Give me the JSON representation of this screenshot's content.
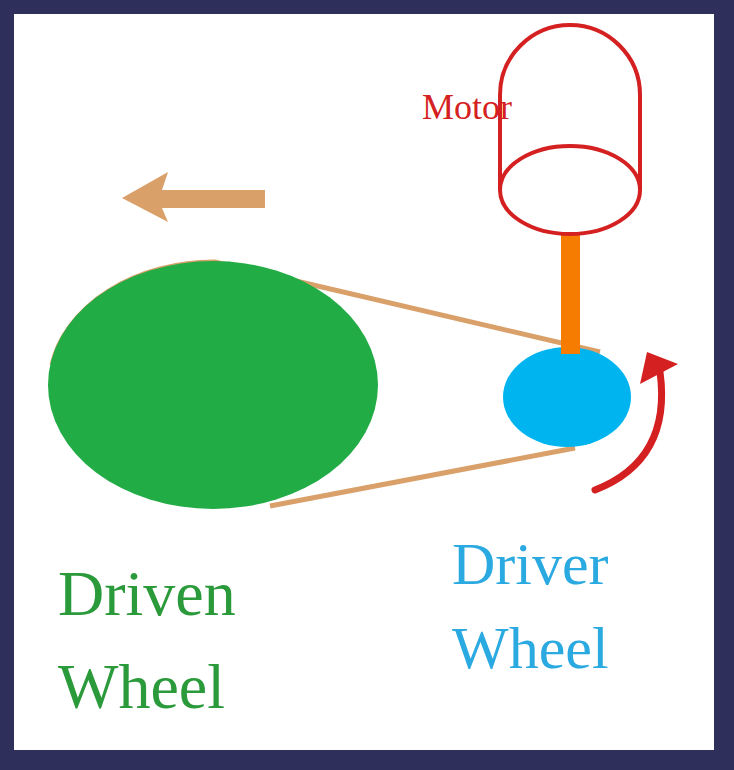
{
  "diagram": {
    "labels": [
      "Motor",
      "Driven Wheel",
      "Driver Wheel"
    ]
  }
}
